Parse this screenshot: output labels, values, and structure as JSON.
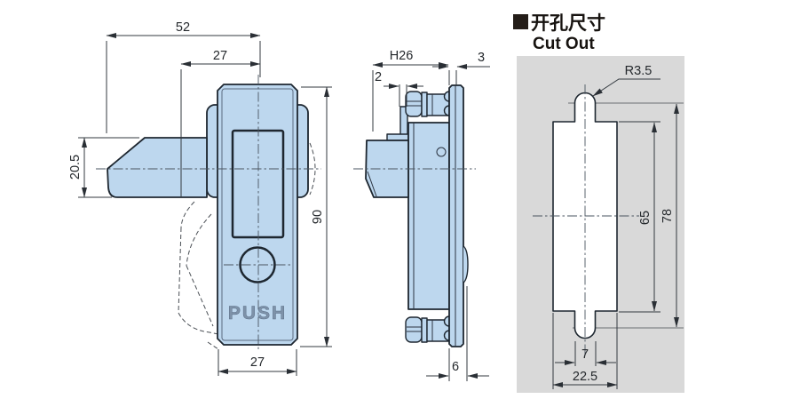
{
  "header": {
    "square_marker": "■",
    "title_zh": "开孔尺寸",
    "title_en": "Cut Out"
  },
  "front_view": {
    "push_label": "PUSH",
    "dim_total_width": "52",
    "dim_offset_width": "27",
    "dim_arm_height": "20.5",
    "dim_body_height": "90",
    "dim_face_width": "27"
  },
  "side_view": {
    "dim_behind_panel_depth": "H26",
    "dim_shaft_thickness": "2",
    "dim_panel_thickness": "3",
    "dim_front_protrusion": "6"
  },
  "cutout_view": {
    "dim_corner_radius": "R3.5",
    "dim_inner_height": "65",
    "dim_total_height": "78",
    "dim_slot_width": "7",
    "dim_cutout_width": "22.5"
  },
  "colors": {
    "part_fill": "#bdd7ee",
    "outline": "#1e2730",
    "panel_bg": "#d9d9d9",
    "cutout_fill": "#ffffff",
    "dim_line": "#33393f"
  }
}
